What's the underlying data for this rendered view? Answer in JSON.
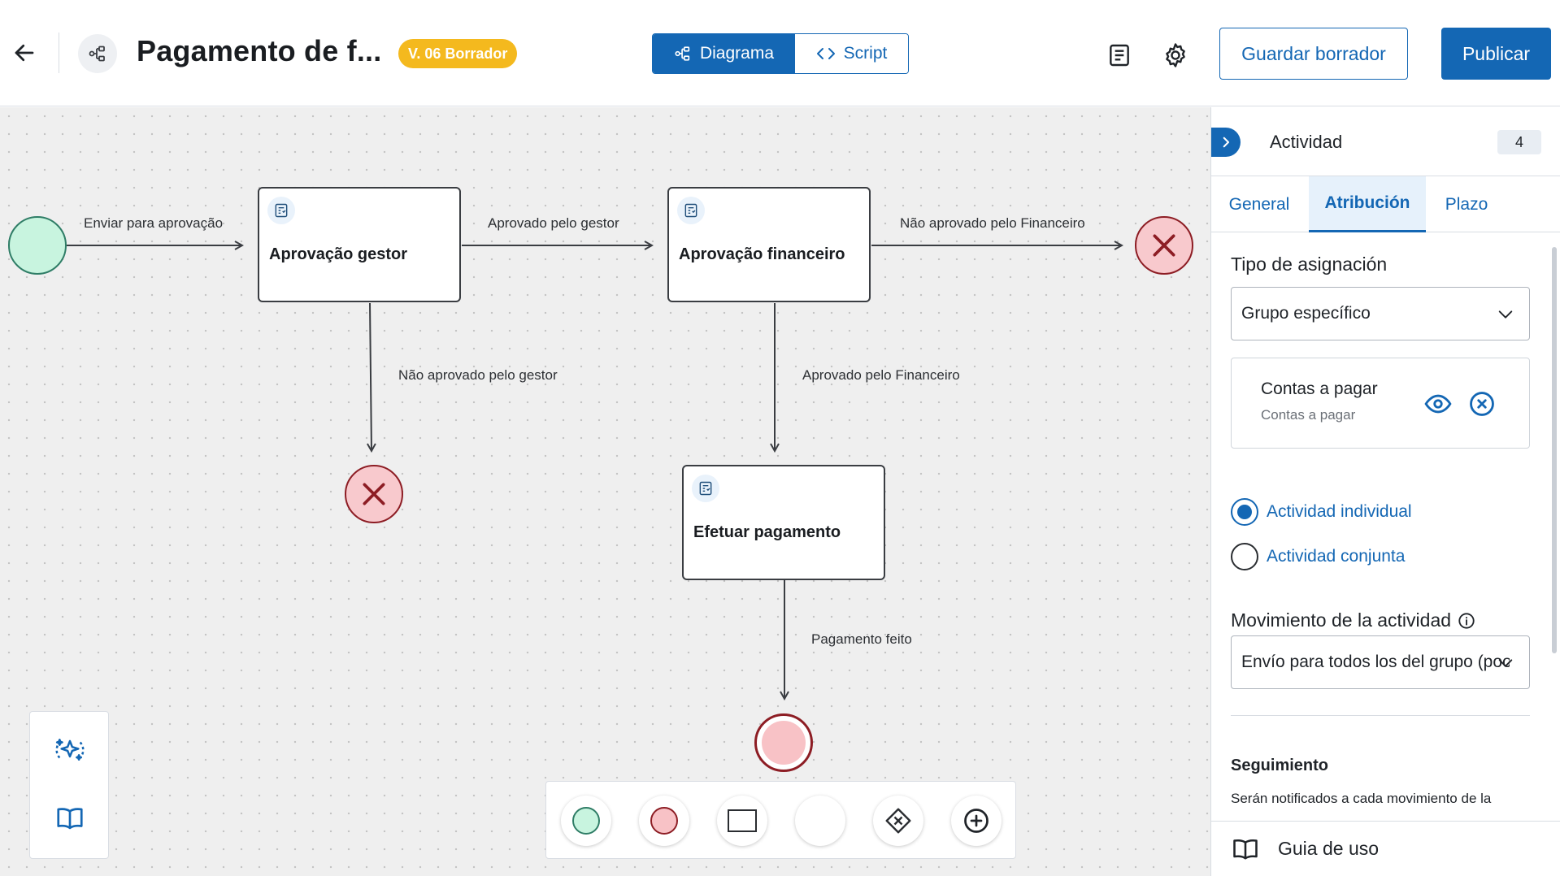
{
  "header": {
    "title": "Pagamento de f...",
    "version_badge": "V. 06 Borrador",
    "view_toggle": {
      "diagram_label": "Diagrama",
      "script_label": "Script"
    },
    "save_draft_label": "Guardar borrador",
    "publish_label": "Publicar"
  },
  "canvas": {
    "nodes": {
      "approval_manager": "Aprovação gestor",
      "approval_finance": "Aprovação financeiro",
      "payment": "Efetuar pagamento"
    },
    "edges": {
      "send_approval": "Enviar para aprovação",
      "approved_manager": "Aprovado pelo gestor",
      "not_approved_finance": "Não aprovado pelo Financeiro",
      "not_approved_manager": "Não aprovado pelo gestor",
      "approved_finance": "Aprovado pelo Financeiro",
      "payment_done": "Pagamento feito"
    }
  },
  "panel": {
    "title": "Actividad",
    "count": "4",
    "tabs": [
      {
        "label": "General"
      },
      {
        "label": "Atribución"
      },
      {
        "label": "Plazo"
      }
    ],
    "assignment_type_label": "Tipo de asignación",
    "assignment_type_value": "Grupo específico",
    "group": {
      "name": "Contas a pagar",
      "subtitle": "Contas a pagar"
    },
    "radio_individual": "Actividad individual",
    "radio_joint": "Actividad conjunta",
    "movement_label": "Movimiento de la actividad",
    "movement_value": "Envío para todos los del grupo (pool)",
    "tracking_title": "Seguimiento",
    "tracking_text": "Serán notificados a cada movimiento de la",
    "footer_label": "Guia de uso"
  },
  "colors": {
    "primary": "#1467b4",
    "badge": "#f4b91e",
    "start_fill": "#c8f4df",
    "error_fill": "#f8c9cd",
    "error_stroke": "#8d1d24"
  }
}
